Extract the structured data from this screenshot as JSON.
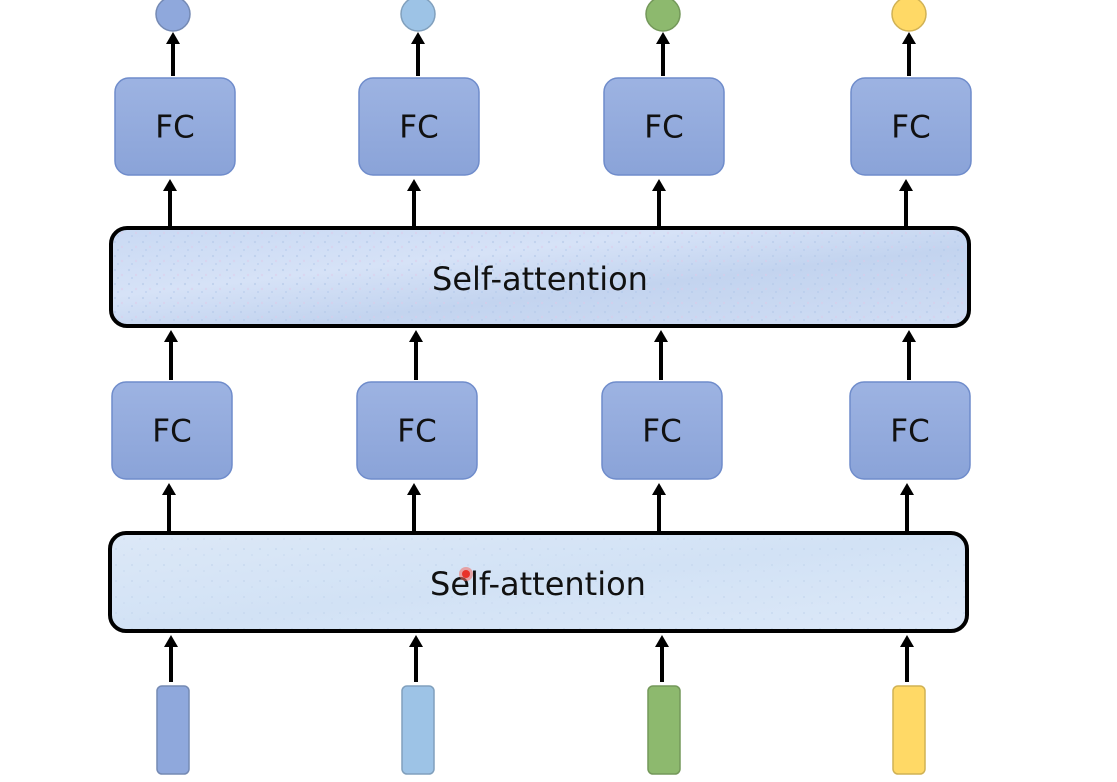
{
  "diagram": {
    "fc_label": "FC",
    "self_attention_upper": "Self-attention",
    "self_attention_lower": "Self-attention",
    "columns": [
      {
        "color": "#8FA8DC",
        "output_color": "#8FA8DC",
        "input_color": "#8FA8DC"
      },
      {
        "color": "#9DC3E6",
        "output_color": "#9DC3E6",
        "input_color": "#9DC3E6"
      },
      {
        "color": "#8DB96E",
        "output_color": "#8DB96E",
        "input_color": "#8DB96E"
      },
      {
        "color": "#FFD966",
        "output_color": "#FFD966",
        "input_color": "#FFD966"
      }
    ],
    "colors": {
      "fc_fill": "#8FA8DC",
      "fc_stroke": "#6F8CCB",
      "arrow": "#000000",
      "sa_stroke": "#000000",
      "sa_upper_fill": "#C5D6F1",
      "sa_lower_fill": "#D5E4F5",
      "cursor": "#E8322A"
    }
  }
}
